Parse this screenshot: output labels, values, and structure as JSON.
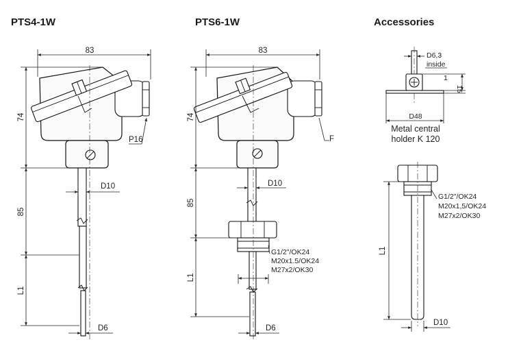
{
  "titles": {
    "pts4": "PTS4-1W",
    "pts6": "PTS6-1W",
    "accessories": "Accessories"
  },
  "pts4": {
    "width": "83",
    "height_head": "74",
    "height_neck": "85",
    "length": "L1",
    "d10": "D10",
    "d6": "D6",
    "p16": "P16"
  },
  "pts6": {
    "width": "83",
    "height_head": "74",
    "height_neck": "85",
    "length": "L1",
    "d10": "D10",
    "d6": "D6",
    "p16_partial": "F",
    "thread_1": "G1/2\"/OK24",
    "thread_2": "M20x1.5/OK24",
    "thread_3": "M27x2/OK30"
  },
  "holder": {
    "d_inside_1": "D6,3",
    "d_inside_2": "inside",
    "dim_1": "1",
    "dim_15": "15",
    "d48": "D48",
    "caption_1": "Metal central",
    "caption_2": "holder K 120"
  },
  "thermowell": {
    "thread_1": "G1/2\"/OK24",
    "thread_2": "M20x1,5/OK24",
    "thread_3": "M27x2/OK30",
    "length": "L1",
    "d10": "D10"
  }
}
